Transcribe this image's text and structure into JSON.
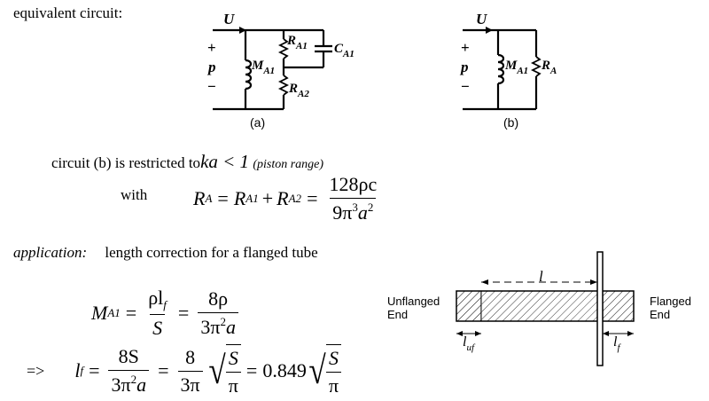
{
  "heading": "equivalent circuit:",
  "circuit_a": {
    "label_U": "U",
    "label_plus": "+",
    "label_p": "p",
    "label_minus": "−",
    "label_M": "M",
    "label_M_sub": "A1",
    "label_RA1": "R",
    "label_RA1_sub": "A1",
    "label_CA1": "C",
    "label_CA1_sub": "A1",
    "label_RA2": "R",
    "label_RA2_sub": "A2",
    "caption": "(a)"
  },
  "circuit_b": {
    "label_U": "U",
    "label_plus": "+",
    "label_p": "p",
    "label_minus": "−",
    "label_M": "M",
    "label_M_sub": "A1",
    "label_R": "R",
    "label_R_sub": "A",
    "caption": "(b)"
  },
  "restriction": {
    "text": "circuit (b) is restricted to",
    "condition": "ka < 1",
    "note": "(piston range)"
  },
  "with_eq": {
    "with": "with",
    "lhs": "R",
    "lhs_sub": "A",
    "eq1": "=",
    "r1": "R",
    "r1_sub": "A1",
    "plus": "+",
    "r2": "R",
    "r2_sub": "A2",
    "eq2": "=",
    "num": "128ρc",
    "den_a": "9π",
    "den_a_sup": "3",
    "den_b": "a",
    "den_b_sup": "2"
  },
  "application": {
    "label": "application:",
    "text": "length correction for a flanged tube"
  },
  "mass_eq": {
    "lhs": "M",
    "lhs_sub": "A1",
    "eq1": "=",
    "f1_num": "ρl",
    "f1_num_sub": "f",
    "f1_den": "S",
    "eq2": "=",
    "f2_num": "8ρ",
    "f2_den": "3π",
    "f2_den_sup": "2",
    "f2_den_b": "a"
  },
  "length_eq": {
    "arrow": "=>",
    "lhs": "l",
    "lhs_sub": "f",
    "eq1": "=",
    "f1_num": "8S",
    "f1_den": "3π",
    "f1_den_sup": "2",
    "f1_den_b": "a",
    "eq2": "=",
    "f2_num": "8",
    "f2_den": "3π",
    "s_num": "S",
    "s_den": "π",
    "eq3": "=",
    "coef": "0.849"
  },
  "tube": {
    "unflanged_line1": "Unflanged",
    "unflanged_line2": "End",
    "flanged_line1": "Flanged",
    "flanged_line2": "End",
    "l_label": "l",
    "luf_label": "l",
    "luf_sub": "uf",
    "lf_label": "l",
    "lf_sub": "f"
  }
}
